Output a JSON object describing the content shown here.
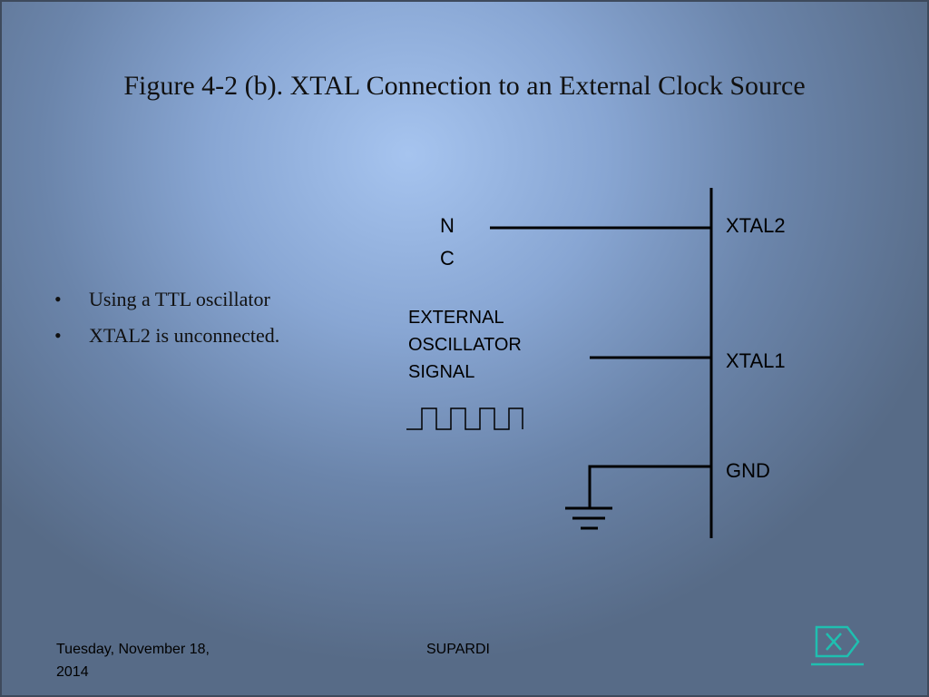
{
  "slide": {
    "title": "Figure 4-2 (b). XTAL Connection to an External Clock Source",
    "bullets": [
      "Using a TTL oscillator",
      "XTAL2 is unconnected."
    ],
    "bullet_glyph": "•"
  },
  "diagram": {
    "nc_n": "N",
    "nc_c": "C",
    "osc_line1": "EXTERNAL",
    "osc_line2": "OSCILLATOR",
    "osc_line3": "SIGNAL",
    "pin_xtal2": "XTAL2",
    "pin_xtal1": "XTAL1",
    "pin_gnd": "GND"
  },
  "footer": {
    "date_line1": "Tuesday, November 18,",
    "date_line2": "2014",
    "author": "SUPARDI"
  },
  "nav": {
    "icon": "close-icon",
    "color": "#1fbfb0"
  }
}
